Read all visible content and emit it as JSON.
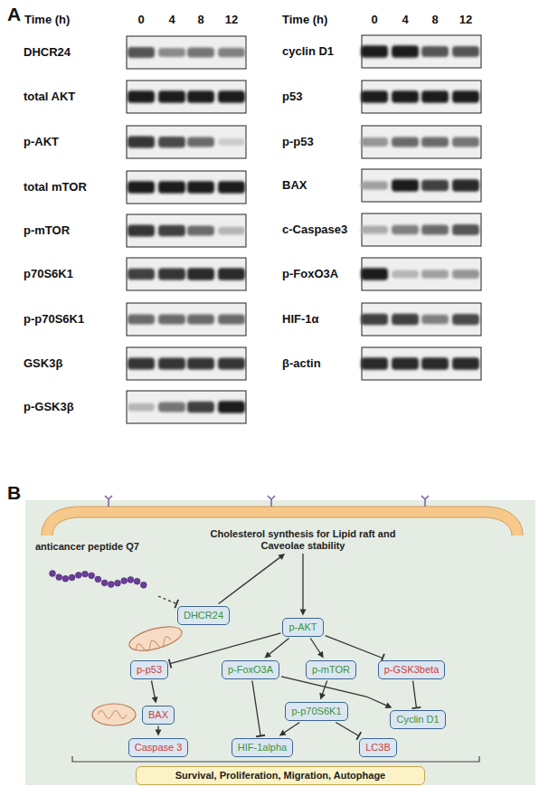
{
  "diagram": {
    "nodes": [
      {
        "text": [
          "anticancer peptide Q7"
        ]
      },
      {
        "text": [
          "DHCR24"
        ]
      },
      {
        "text": [
          "Cholesterol synthesis for Lipid raft and Caveolae stability"
        ]
      },
      {
        "text": [
          "p-AKT"
        ]
      },
      {
        "text": [
          "p-p53"
        ]
      },
      {
        "text": [
          "p-FoxO3A"
        ]
      },
      {
        "text": [
          "p-mTOR"
        ]
      },
      {
        "text": [
          "p-GSK3beta"
        ]
      },
      {
        "text": [
          "BAX"
        ]
      },
      {
        "text": [
          "p-p70S6K1"
        ]
      },
      {
        "text": [
          "Cyclin D1"
        ]
      },
      {
        "text": [
          "Caspase 3"
        ]
      },
      {
        "text": [
          "HIF-1alpha"
        ]
      },
      {
        "text": [
          "LC3B"
        ]
      },
      {
        "text": [
          "Survival, Proliferation, Migration, Autophage"
        ]
      }
    ],
    "edges": [
      {
        "from": 0,
        "to": 1,
        "arrow": "to"
      },
      {
        "from": 1,
        "to": 2,
        "arrow": "to"
      },
      {
        "from": 2,
        "to": 3,
        "arrow": "to"
      },
      {
        "from": 3,
        "to": 4,
        "arrow": "to"
      },
      {
        "from": 3,
        "to": 5,
        "arrow": "to"
      },
      {
        "from": 3,
        "to": 6,
        "arrow": "to"
      },
      {
        "from": 3,
        "to": 7,
        "arrow": "to"
      },
      {
        "from": 4,
        "to": 8,
        "arrow": "to"
      },
      {
        "from": 5,
        "to": 12,
        "arrow": "to"
      },
      {
        "from": 5,
        "to": 10,
        "arrow": "to"
      },
      {
        "from": 6,
        "to": 9,
        "arrow": "to"
      },
      {
        "from": 7,
        "to": 10,
        "arrow": "to"
      },
      {
        "from": 8,
        "to": 11,
        "arrow": "to"
      },
      {
        "from": 9,
        "to": 12,
        "arrow": "to"
      },
      {
        "from": 9,
        "to": 13,
        "arrow": "to"
      }
    ],
    "labels": [
      "A",
      "Time (h)",
      "0",
      "4",
      "8",
      "12",
      "DHCR24",
      "total AKT",
      "p-AKT",
      "total mTOR",
      "p-mTOR",
      "p70S6K1",
      "p-p70S6K1",
      "GSK3β",
      "p-GSK3β",
      "Time (h)",
      "0",
      "4",
      "8",
      "12",
      "cyclin D1",
      "p53",
      "p-p53",
      "BAX",
      "c-Caspase3",
      "p-FoxO3A",
      "HIF-1α",
      "β-actin",
      "B"
    ]
  }
}
